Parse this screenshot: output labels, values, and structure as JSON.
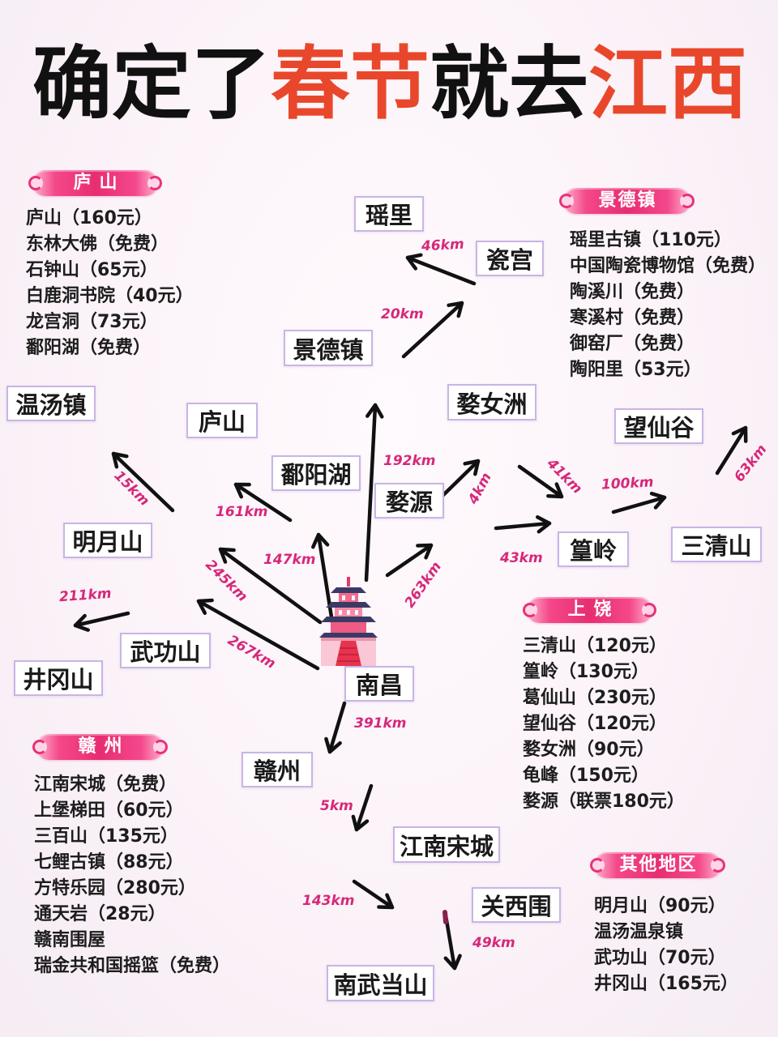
{
  "title": {
    "part1": "确定了",
    "part2": "春节",
    "part3": "就去",
    "part4": "江西"
  },
  "colors": {
    "title_black": "#111111",
    "title_accent": "#e9472b",
    "distance": "#d6287a",
    "ribbon": "#e82d72",
    "box_border": "#c8b5e6"
  },
  "icons": {
    "hub": "tengwang-pavilion-icon",
    "route": "arrow-icon"
  },
  "sections": {
    "lushan": {
      "heading": "庐山",
      "items": [
        "庐山（160元）",
        "东林大佛（免费）",
        "石钟山（65元）",
        "白鹿洞书院（40元）",
        "龙宫洞（73元）",
        "鄱阳湖（免费）"
      ]
    },
    "jingdezhen": {
      "heading": "景德镇",
      "items": [
        "瑶里古镇（110元）",
        "中国陶瓷博物馆（免费）",
        "陶溪川（免费）",
        "寒溪村（免费）",
        "御窑厂（免费）",
        "陶阳里（53元）"
      ]
    },
    "shangrao": {
      "heading": "上饶",
      "items": [
        "三清山（120元）",
        "篁岭（130元）",
        "葛仙山（230元）",
        "望仙谷（120元）",
        "婺女洲（90元）",
        "龟峰（150元）",
        "婺源（联票180元）"
      ]
    },
    "ganzhou": {
      "heading": "赣州",
      "items": [
        "江南宋城（免费）",
        "上堡梯田（60元）",
        "三百山（135元）",
        "七鲤古镇（88元）",
        "方特乐园（280元）",
        "通天岩（28元）",
        "赣南围屋",
        "瑞金共和国摇篮（免费）"
      ]
    },
    "other": {
      "heading": "其他地区",
      "items": [
        "明月山（90元）",
        "温汤温泉镇",
        "武功山（70元）",
        "井冈山（165元）"
      ]
    }
  },
  "places": {
    "yaoli": "瑶里",
    "cigong": "瓷宫",
    "jingdezhen": "景德镇",
    "wunvzhou": "婺女洲",
    "wentangzhen": "温汤镇",
    "lushan": "庐山",
    "wangxiangu": "望仙谷",
    "poyanghu": "鄱阳湖",
    "wuyuan": "婺源",
    "mingyueshan": "明月山",
    "huangling": "篁岭",
    "sanqingshan": "三清山",
    "wugongshan": "武功山",
    "jinggangshan": "井冈山",
    "nanchang": "南昌",
    "ganzhou": "赣州",
    "jiangnansongcheng": "江南宋城",
    "guanxiwei": "关西围",
    "nanwudangshan": "南武当山"
  },
  "distances": {
    "cigong_yaoli": "46km",
    "jingdezhen_cigong": "20km",
    "nanchang_jingdezhen": "192km",
    "wuyuan_wunvzhou": "4km",
    "wunvzhou_huangling": "41km",
    "huangling_sanqingshan": "100km",
    "sanqingshan_wangxiangu": "63km",
    "mingyueshan_wentangzhen": "15km",
    "poyanghu_lushan": "161km",
    "nanchang_poyanghu": "147km",
    "nanchang_mingyueshan": "245km",
    "nanchang_wuyuan": "263km",
    "wuyuan_huangling": "43km",
    "wugongshan_jinggangshan": "211km",
    "nanchang_wugongshan": "267km",
    "nanchang_ganzhou": "391km",
    "ganzhou_jiangnansongcheng": "5km",
    "jiangnansongcheng_guanxiwei": "143km",
    "guanxiwei_nanwudangshan": "49km"
  }
}
